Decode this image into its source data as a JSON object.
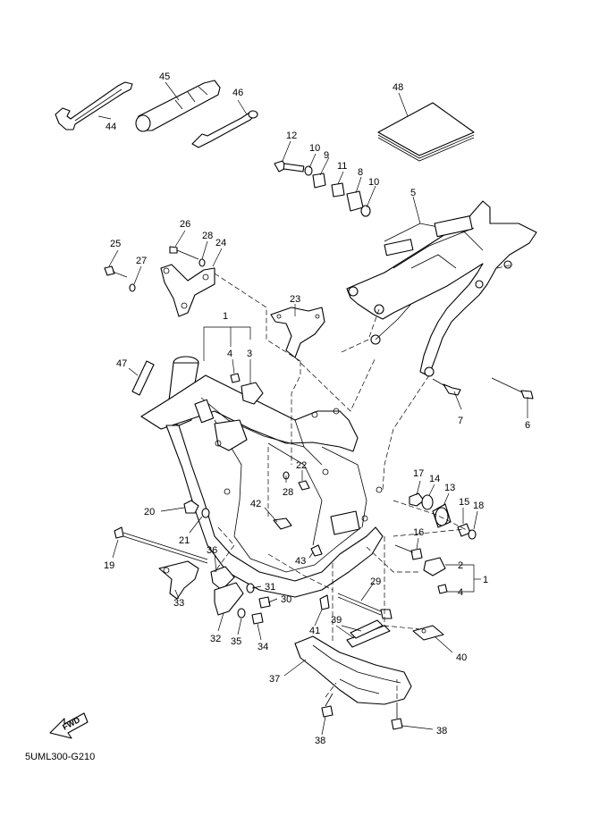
{
  "diagram_code": "5UML300-G210",
  "fwd_label": "FWD",
  "callouts": {
    "p1": "1",
    "p1b": "1",
    "p2": "2",
    "p3": "3",
    "p4a": "4",
    "p4b": "4",
    "p5": "5",
    "p6": "6",
    "p7": "7",
    "p8": "8",
    "p9": "9",
    "p10a": "10",
    "p10b": "10",
    "p11": "11",
    "p12": "12",
    "p13": "13",
    "p14": "14",
    "p15": "15",
    "p16": "16",
    "p17": "17",
    "p18": "18",
    "p19": "19",
    "p20": "20",
    "p21": "21",
    "p22": "22",
    "p23": "23",
    "p24": "24",
    "p25": "25",
    "p26": "26",
    "p27": "27",
    "p28a": "28",
    "p28b": "28",
    "p29": "29",
    "p30": "30",
    "p31": "31",
    "p32": "32",
    "p33": "33",
    "p34": "34",
    "p35": "35",
    "p36": "36",
    "p37": "37",
    "p38a": "38",
    "p38b": "38",
    "p39": "39",
    "p40": "40",
    "p41": "41",
    "p42": "42",
    "p43": "43",
    "p44": "44",
    "p45": "45",
    "p46": "46",
    "p47": "47",
    "p48": "48"
  },
  "icons": [
    "fwd-arrow-icon"
  ]
}
